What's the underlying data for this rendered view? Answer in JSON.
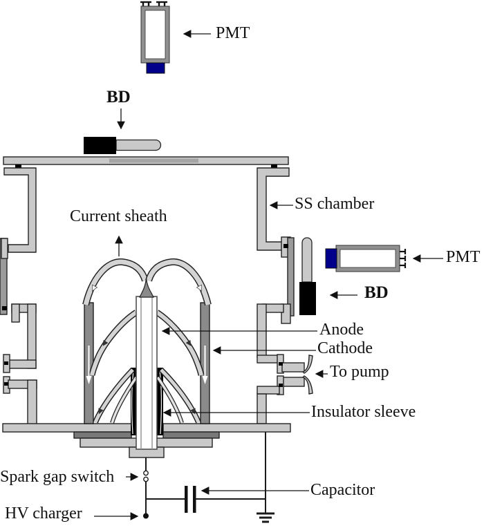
{
  "figure": {
    "type": "plasma-focus-device-schematic",
    "labels": {
      "pmt_top": "PMT",
      "bd_top": "BD",
      "ss_chamber": "SS chamber",
      "current_sheath": "Current sheath",
      "pmt_right": "PMT",
      "bd_right": "BD",
      "anode": "Anode",
      "cathode": "Cathode",
      "to_pump": "To pump",
      "insulator_sleeve": "Insulator sleeve",
      "spark_gap_switch": "Spark gap switch",
      "capacitor": "Capacitor",
      "hv_charger": "HV charger"
    },
    "colors": {
      "metal_light": "#c9c9c9",
      "metal_mid": "#9a9a9a",
      "metal_dark": "#8a8a8a",
      "plate_dark": "#787878",
      "pmt_window_blue": "#00008b",
      "insulator_black": "#000000",
      "outline": "#222222",
      "background": "#ffffff"
    }
  }
}
